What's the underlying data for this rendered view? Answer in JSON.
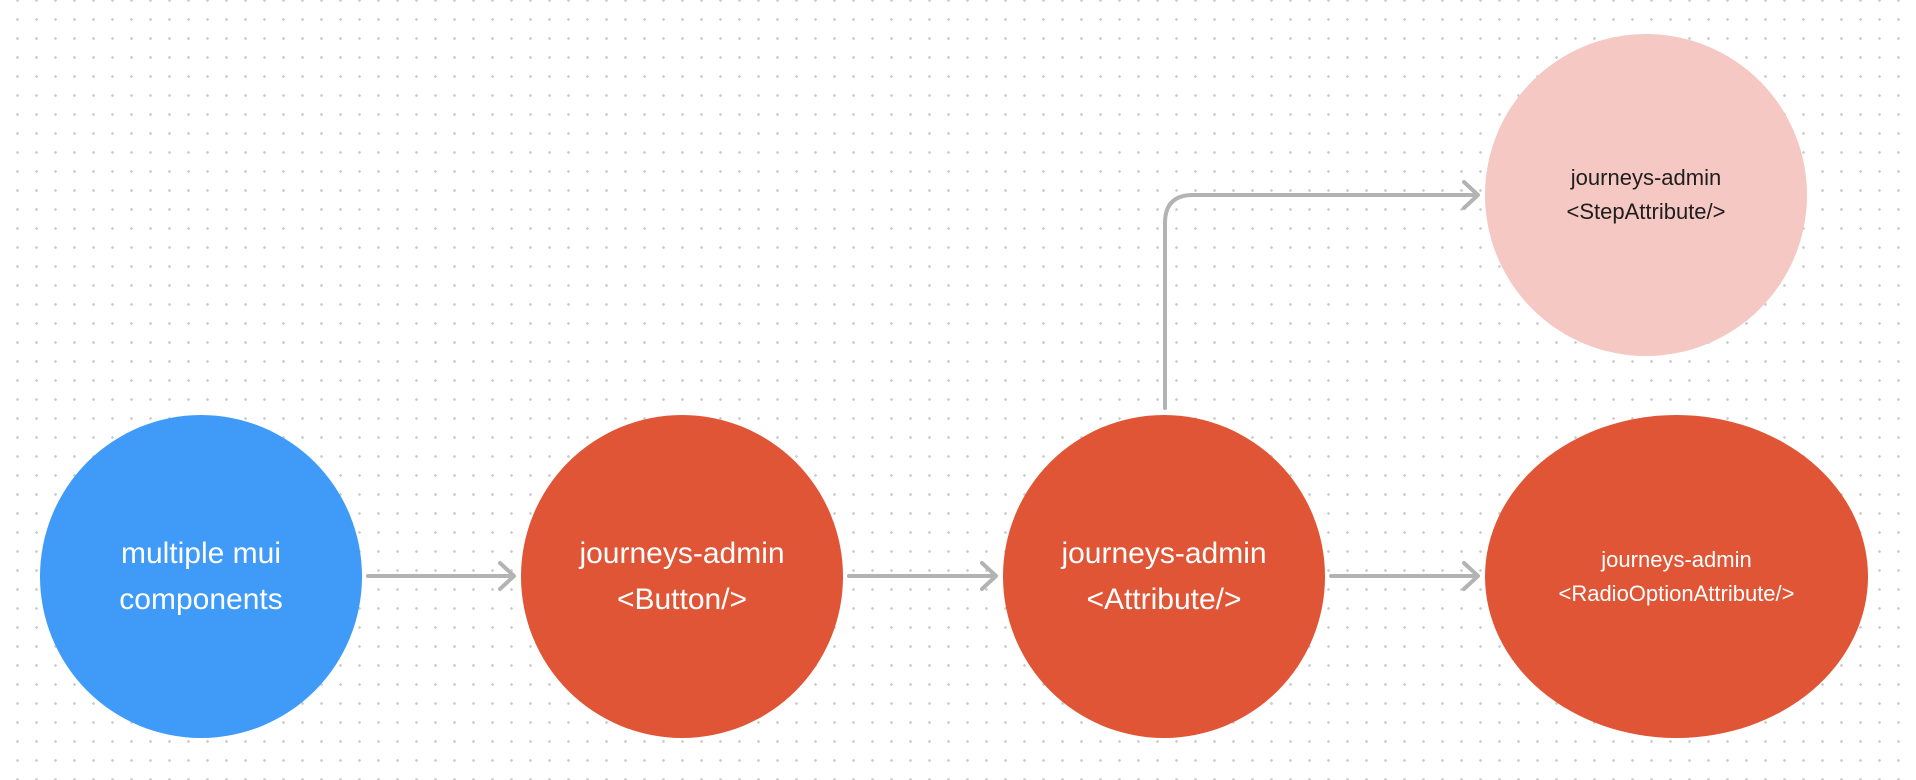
{
  "diagram": {
    "colors": {
      "mui": "#3f9bf7",
      "admin": "#e05535",
      "step": "#f5c8c3",
      "connector": "#b3b3b3",
      "text_light": "#ffffff",
      "text_dark": "#1e1e1e"
    },
    "nodes": {
      "mui": {
        "line1": "multiple mui",
        "line2": "components"
      },
      "button": {
        "line1": "journeys-admin",
        "line2": "<Button/>"
      },
      "attribute": {
        "line1": "journeys-admin",
        "line2": "<Attribute/>"
      },
      "step": {
        "line1": "journeys-admin",
        "line2": "<StepAttribute/>"
      },
      "radio": {
        "line1": "journeys-admin",
        "line2": "<RadioOptionAttribute/>"
      }
    },
    "edges": [
      {
        "from": "mui",
        "to": "button"
      },
      {
        "from": "button",
        "to": "attribute"
      },
      {
        "from": "attribute",
        "to": "radio"
      },
      {
        "from": "attribute",
        "to": "step"
      }
    ]
  }
}
